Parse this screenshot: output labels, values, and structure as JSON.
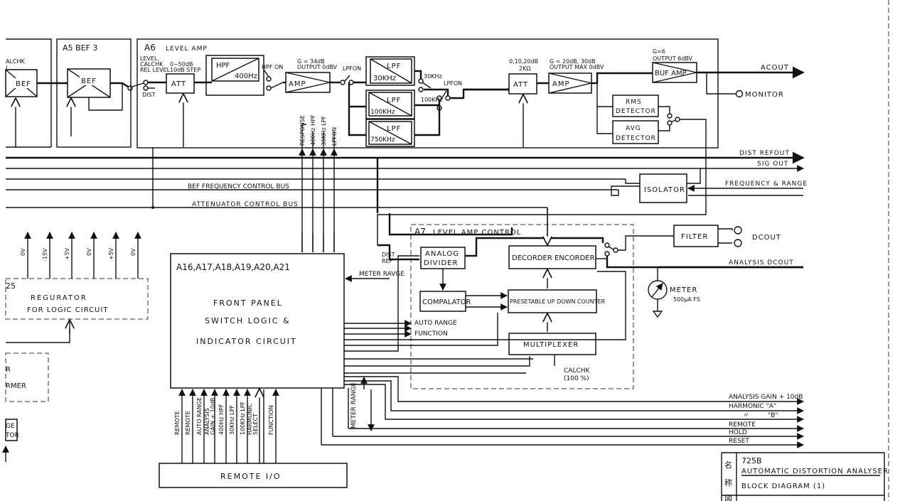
{
  "blocks": {
    "a5": "A5 BEF 3",
    "calchk_partial": "ALCHK",
    "calchk_l": "L",
    "bef_left": "BEF",
    "bef_a5": "BEF",
    "a6": "A6",
    "a6_title": "LEVEL AMP",
    "level_l1": "LEVEL,",
    "level_l2": "CALCHK",
    "level_l3": "REL LEVEL",
    "att1_spec1": "0~50dB",
    "att1_spec2": "10dB STEP",
    "dist": "DIST",
    "att1": "ATT",
    "hpf": "HPF",
    "hpf_freq": "400Hz",
    "hpf_on": "HPF ON",
    "amp1_spec1": "G = 34dB",
    "amp1_spec2": "OUTPUT  0dBV",
    "amp1": "AMP",
    "lpf_on1": "LPFON",
    "lpf1": "LPF",
    "lpf1_freq": "30KHz",
    "lpf2": "LPF",
    "lpf2_freq": "100KHz",
    "lpf3": "LPF",
    "lpf3_freq": "750KHz",
    "sw_30k": "30KHz",
    "sw_100k": "100KHz",
    "lpf_on2": "LPFON",
    "att2_spec1": "0,10,20dB",
    "att2_spec2": "2KΩ",
    "att2": "ATT",
    "amp2_spec1": "G = 20dB, 30dB",
    "amp2_spec2": "OUTPUT MAX 0dBV",
    "amp2": "AMP",
    "buf_spec1": "G=6",
    "buf_spec2": "OUTPUT 6dBV",
    "buf_amp": "BUF AMP",
    "acout": "ACOUT",
    "monitor": "MONITOR",
    "rms1": "RMS",
    "rms2": "DETECTOR",
    "avg1": "AVG",
    "avg2": "DETECTOR",
    "vert_response": "RESPONSE",
    "vert_400hpf": "400Hz HPF",
    "vert_30klpf": "30KHz LPF",
    "vert_lpfon": "LPFON",
    "dist_refout": "DIST  REFOUT",
    "sig_out": "SIG OUT",
    "freq_range": "FREQUENCY & RANGE",
    "isolator": "ISOLATOR",
    "bef_bus": "BEF FREQUENCY CONTROL BUS",
    "att_bus": "ATTENUATOR CONTROL BUS",
    "a7": "A7",
    "a7_title": "LEVEL AMP CONTROL",
    "dist_ref1": "DIST",
    "dist_ref2": "REF",
    "analog1": "ANALOG",
    "analog2": "DIVIDER",
    "decorder": "DECORDER ENCORDER",
    "filter": "FILTER",
    "dcout": "DCOUT",
    "analysis_dcout": "ANALYSIS  DCOUT",
    "meter": "METER",
    "meter_spec": "500μA FS",
    "compalator": "COMPALATOR",
    "counter": "PRESETABLE UP DOWN COUNTER",
    "multiplexer": "MULTIPLEXER",
    "calchk1": "CALCHK",
    "calchk2": "(100 %)",
    "auto_range": "AUTO RANGE",
    "function": "FUNCTION",
    "meter_ravge": "METER RAVGE",
    "meter_range_v": "METER RANGE",
    "fp_title": "A16,A17,A18,A19,A20,A21",
    "fp1": "FRONT  PANEL",
    "fp2": "SWITCH  LOGIC  &",
    "fp3": "INDICATOR   CIRCUIT",
    "remote_io": "REMOTE   I/O",
    "regurator1": "REGURATOR",
    "regurator2": "FOR  LOGIC  CIRCUIT",
    "reg_num": "25",
    "transformer_r": "R",
    "transformer": "RMER",
    "ge": "GE",
    "tor": "TOR",
    "volt0": "0V",
    "volt1": "-15V",
    "volt2": "+5V",
    "volt3": "0V",
    "volt4": "+5V",
    "volt5": "0V",
    "rem1": "REMOTE",
    "rem2": "REMOTE",
    "rem3": "AUTO RANGE",
    "rem4a": "ANALYSIS",
    "rem4b": "GAIN + 10dB",
    "rem5": "400Hz HPF",
    "rem6": "30KHz LPF",
    "rem7": "100KHz LPF",
    "rem8a": "HARMONIC",
    "rem8b": "SELECT",
    "rem9": "FUNCTION",
    "out1": "ANALYSIS GAIN + 10dB",
    "out2": "HARMONIC  \"A\"",
    "out3a": "〃",
    "out3b": "\"B\"",
    "out4": "REMOTE",
    "out5": "HOLD",
    "out6": "RESET",
    "tb_name": "名",
    "tb_name2": "称",
    "tb_model": "725B",
    "tb_title": "AUTOMATIC  DISTORTION  ANALYSER",
    "tb_diagram": "BLOCK  DIAGRAM  (1)",
    "tb_row3": "図"
  }
}
